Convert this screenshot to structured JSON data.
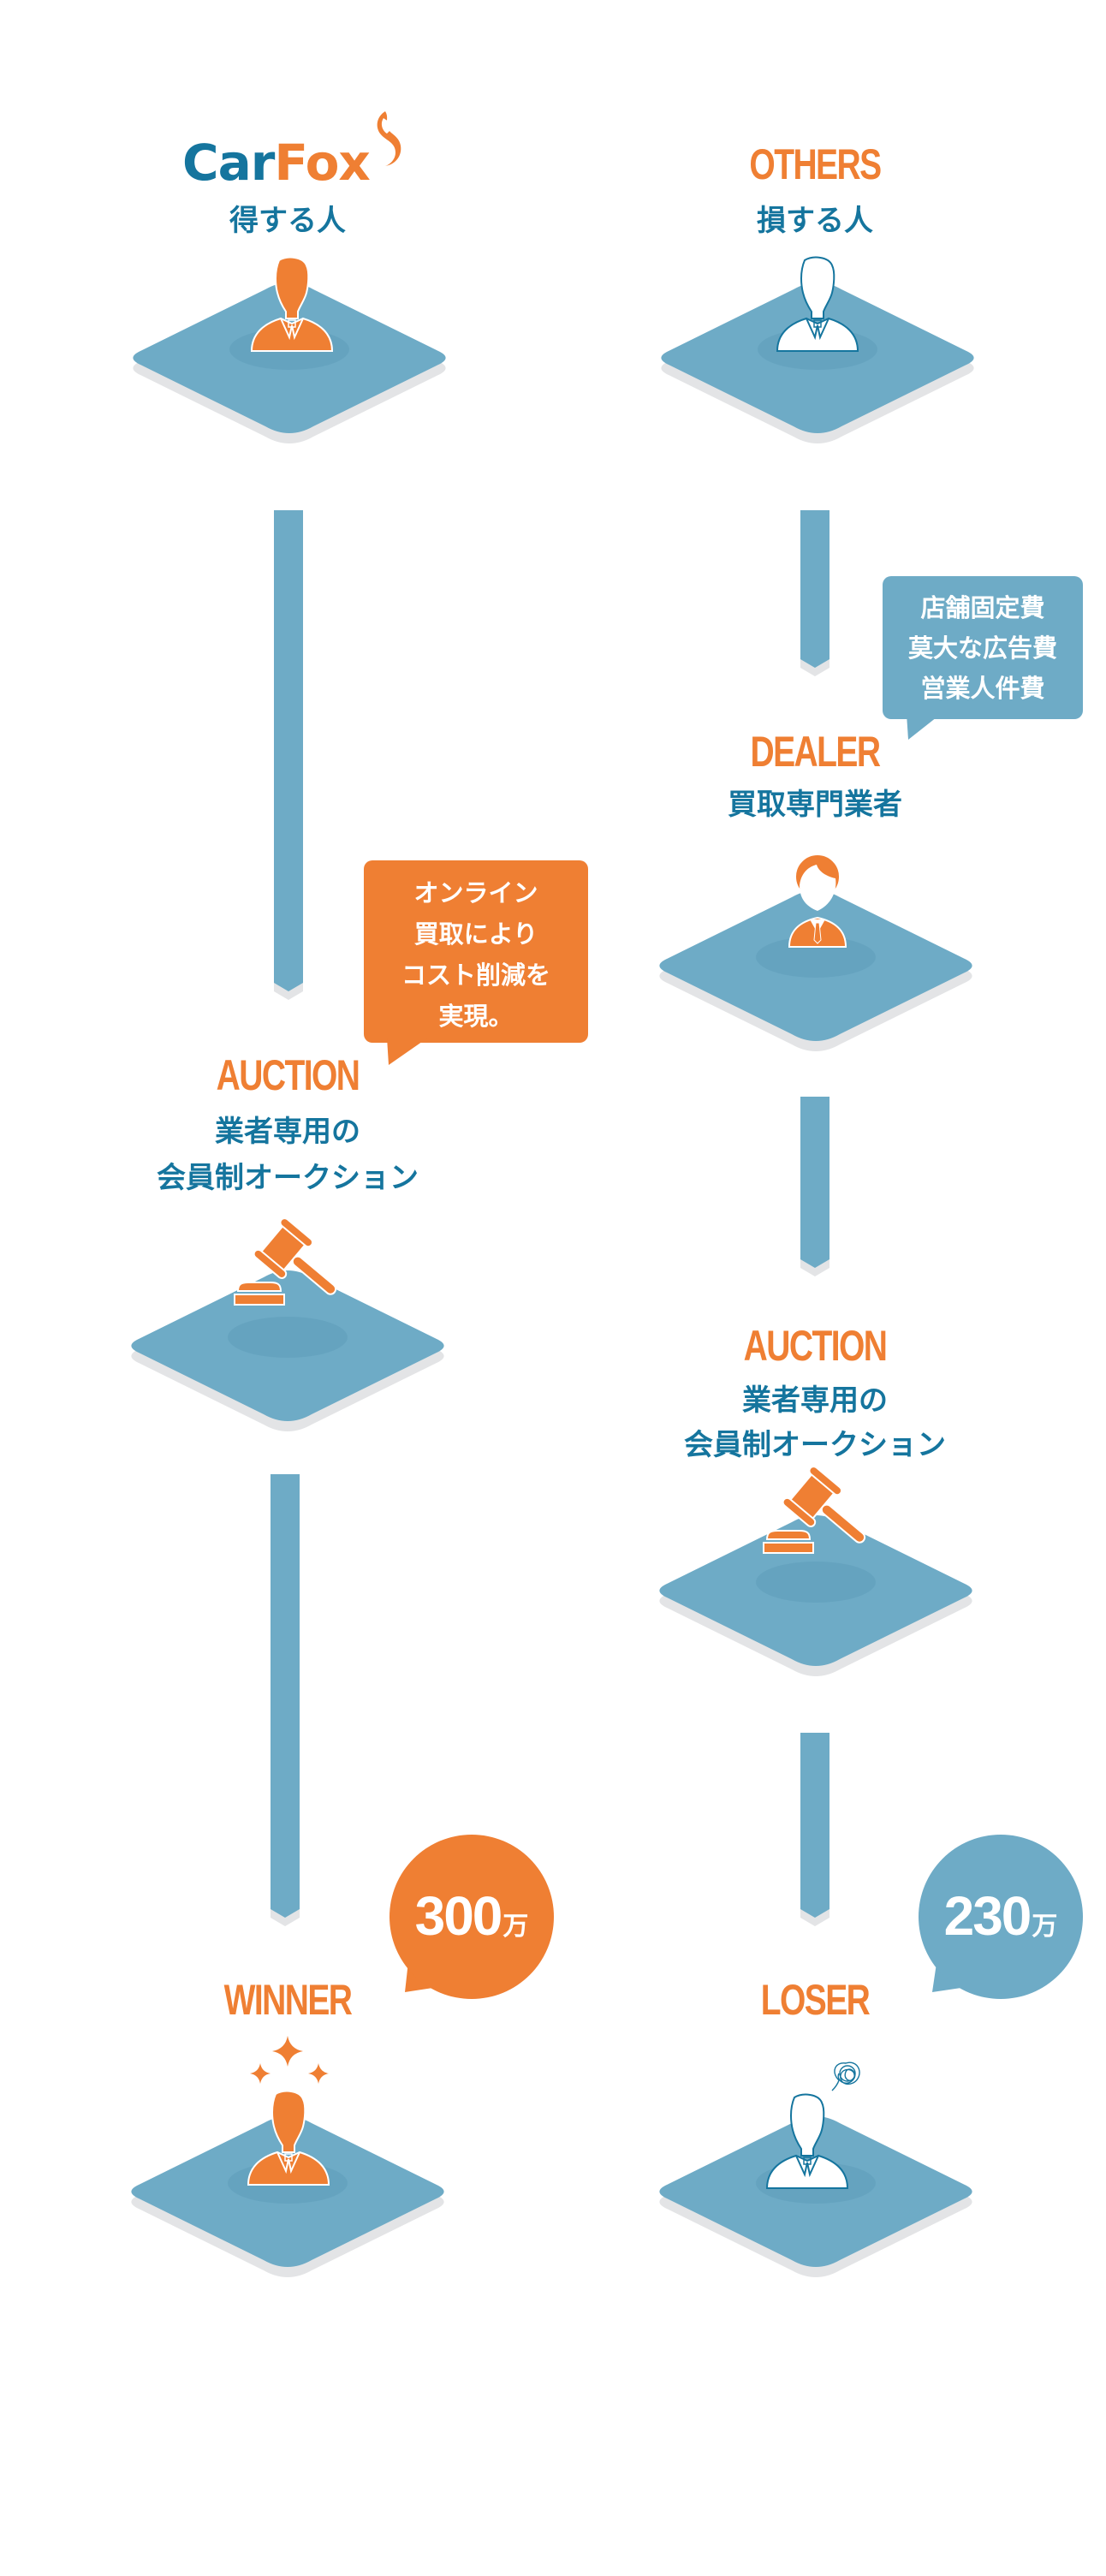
{
  "colors": {
    "orange": "#ef7f33",
    "teal_text": "#15759e",
    "platform_blue": "#6eabc6",
    "platform_edge": "#e3e4e6",
    "white": "#ffffff"
  },
  "left_column": {
    "logo": {
      "part1": "Car",
      "part2": "Fox",
      "icon": "fox-tail-icon"
    },
    "header_subtitle": "得する人",
    "header_figure": "businessman-orange-icon",
    "callout": {
      "lines": [
        "オンライン",
        "買取により",
        "コスト削減を",
        "実現。"
      ]
    },
    "auction": {
      "title": "AUCTION",
      "subtitle_lines": [
        "業者専用の",
        "会員制オークション"
      ],
      "figure": "gavel-icon"
    },
    "result": {
      "amount": "300",
      "unit": "万",
      "title": "WINNER",
      "figure": "businessman-sparkles-icon"
    }
  },
  "right_column": {
    "header_title": "OTHERS",
    "header_subtitle": "損する人",
    "header_figure": "businessman-white-icon",
    "callout": {
      "lines": [
        "店舗固定費",
        "莫大な広告費",
        "営業人件費"
      ]
    },
    "dealer": {
      "title": "DEALER",
      "subtitle": "買取専門業者",
      "figure": "staff-person-icon"
    },
    "auction": {
      "title": "AUCTION",
      "subtitle_lines": [
        "業者専用の",
        "会員制オークション"
      ],
      "figure": "gavel-icon"
    },
    "result": {
      "amount": "230",
      "unit": "万",
      "title": "LOSER",
      "figure": "businessman-frustrated-icon"
    }
  }
}
